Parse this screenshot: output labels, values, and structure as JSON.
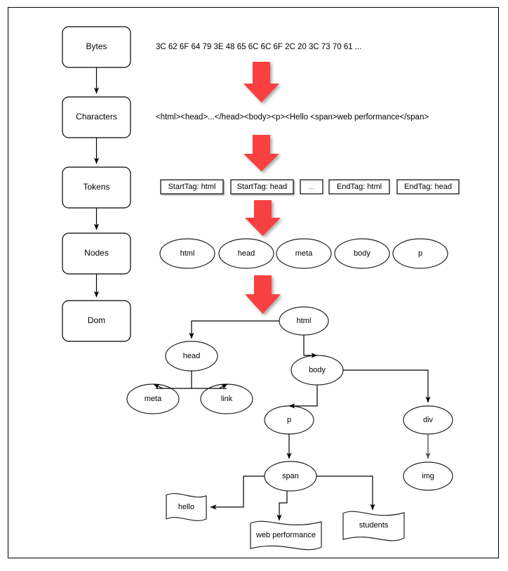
{
  "diagram": {
    "title": "Browser HTML parsing pipeline: Bytes to DOM",
    "colors": {
      "stroke": "#000000",
      "stroke_gray": "#666666",
      "red_arrow": "#F94040",
      "background": "#FFFFFF",
      "frame": "#000000"
    },
    "pipeline": {
      "name": "parsing-stages",
      "stages": [
        {
          "id": "bytes",
          "label": "Bytes"
        },
        {
          "id": "characters",
          "label": "Characters"
        },
        {
          "id": "tokens",
          "label": "Tokens"
        },
        {
          "id": "nodes",
          "label": "Nodes"
        },
        {
          "id": "dom",
          "label": "Dom"
        }
      ]
    },
    "samples": {
      "bytes_text": "3C 62 6F 64 79 3E 48 65 6C 6C 6F 2C 20 3C 73 70 61 ...",
      "characters_text": "<html><head>...</head><body><p><Hello <span>web performance</span>"
    },
    "tokens": [
      {
        "id": "token-starttag-html",
        "label": "StartTag: html"
      },
      {
        "id": "token-starttag-head",
        "label": "StartTag: head"
      },
      {
        "id": "token-ellipsis",
        "label": "..."
      },
      {
        "id": "token-endtag-html",
        "label": "EndTag: html"
      },
      {
        "id": "token-endtag-head",
        "label": "EndTag: head"
      }
    ],
    "nodes": [
      {
        "id": "node-html",
        "label": "html"
      },
      {
        "id": "node-head",
        "label": "head"
      },
      {
        "id": "node-meta",
        "label": "meta"
      },
      {
        "id": "node-body",
        "label": "body"
      },
      {
        "id": "node-p",
        "label": "p"
      }
    ],
    "tree": {
      "elements": [
        {
          "id": "tree-html",
          "label": "html"
        },
        {
          "id": "tree-head",
          "label": "head"
        },
        {
          "id": "tree-meta",
          "label": "meta"
        },
        {
          "id": "tree-link",
          "label": "link"
        },
        {
          "id": "tree-body",
          "label": "body"
        },
        {
          "id": "tree-p",
          "label": "p"
        },
        {
          "id": "tree-div",
          "label": "div"
        },
        {
          "id": "tree-span",
          "label": "span"
        },
        {
          "id": "tree-img",
          "label": "img"
        }
      ],
      "text_nodes": [
        {
          "id": "text-hello",
          "label": "hello"
        },
        {
          "id": "text-web-performance",
          "label": "web performance"
        },
        {
          "id": "text-students",
          "label": "students"
        }
      ]
    },
    "red_arrows": [
      {
        "id": "red-arrow-bytes-to-characters"
      },
      {
        "id": "red-arrow-characters-to-tokens"
      },
      {
        "id": "red-arrow-tokens-to-nodes"
      },
      {
        "id": "red-arrow-nodes-to-dom"
      }
    ]
  }
}
